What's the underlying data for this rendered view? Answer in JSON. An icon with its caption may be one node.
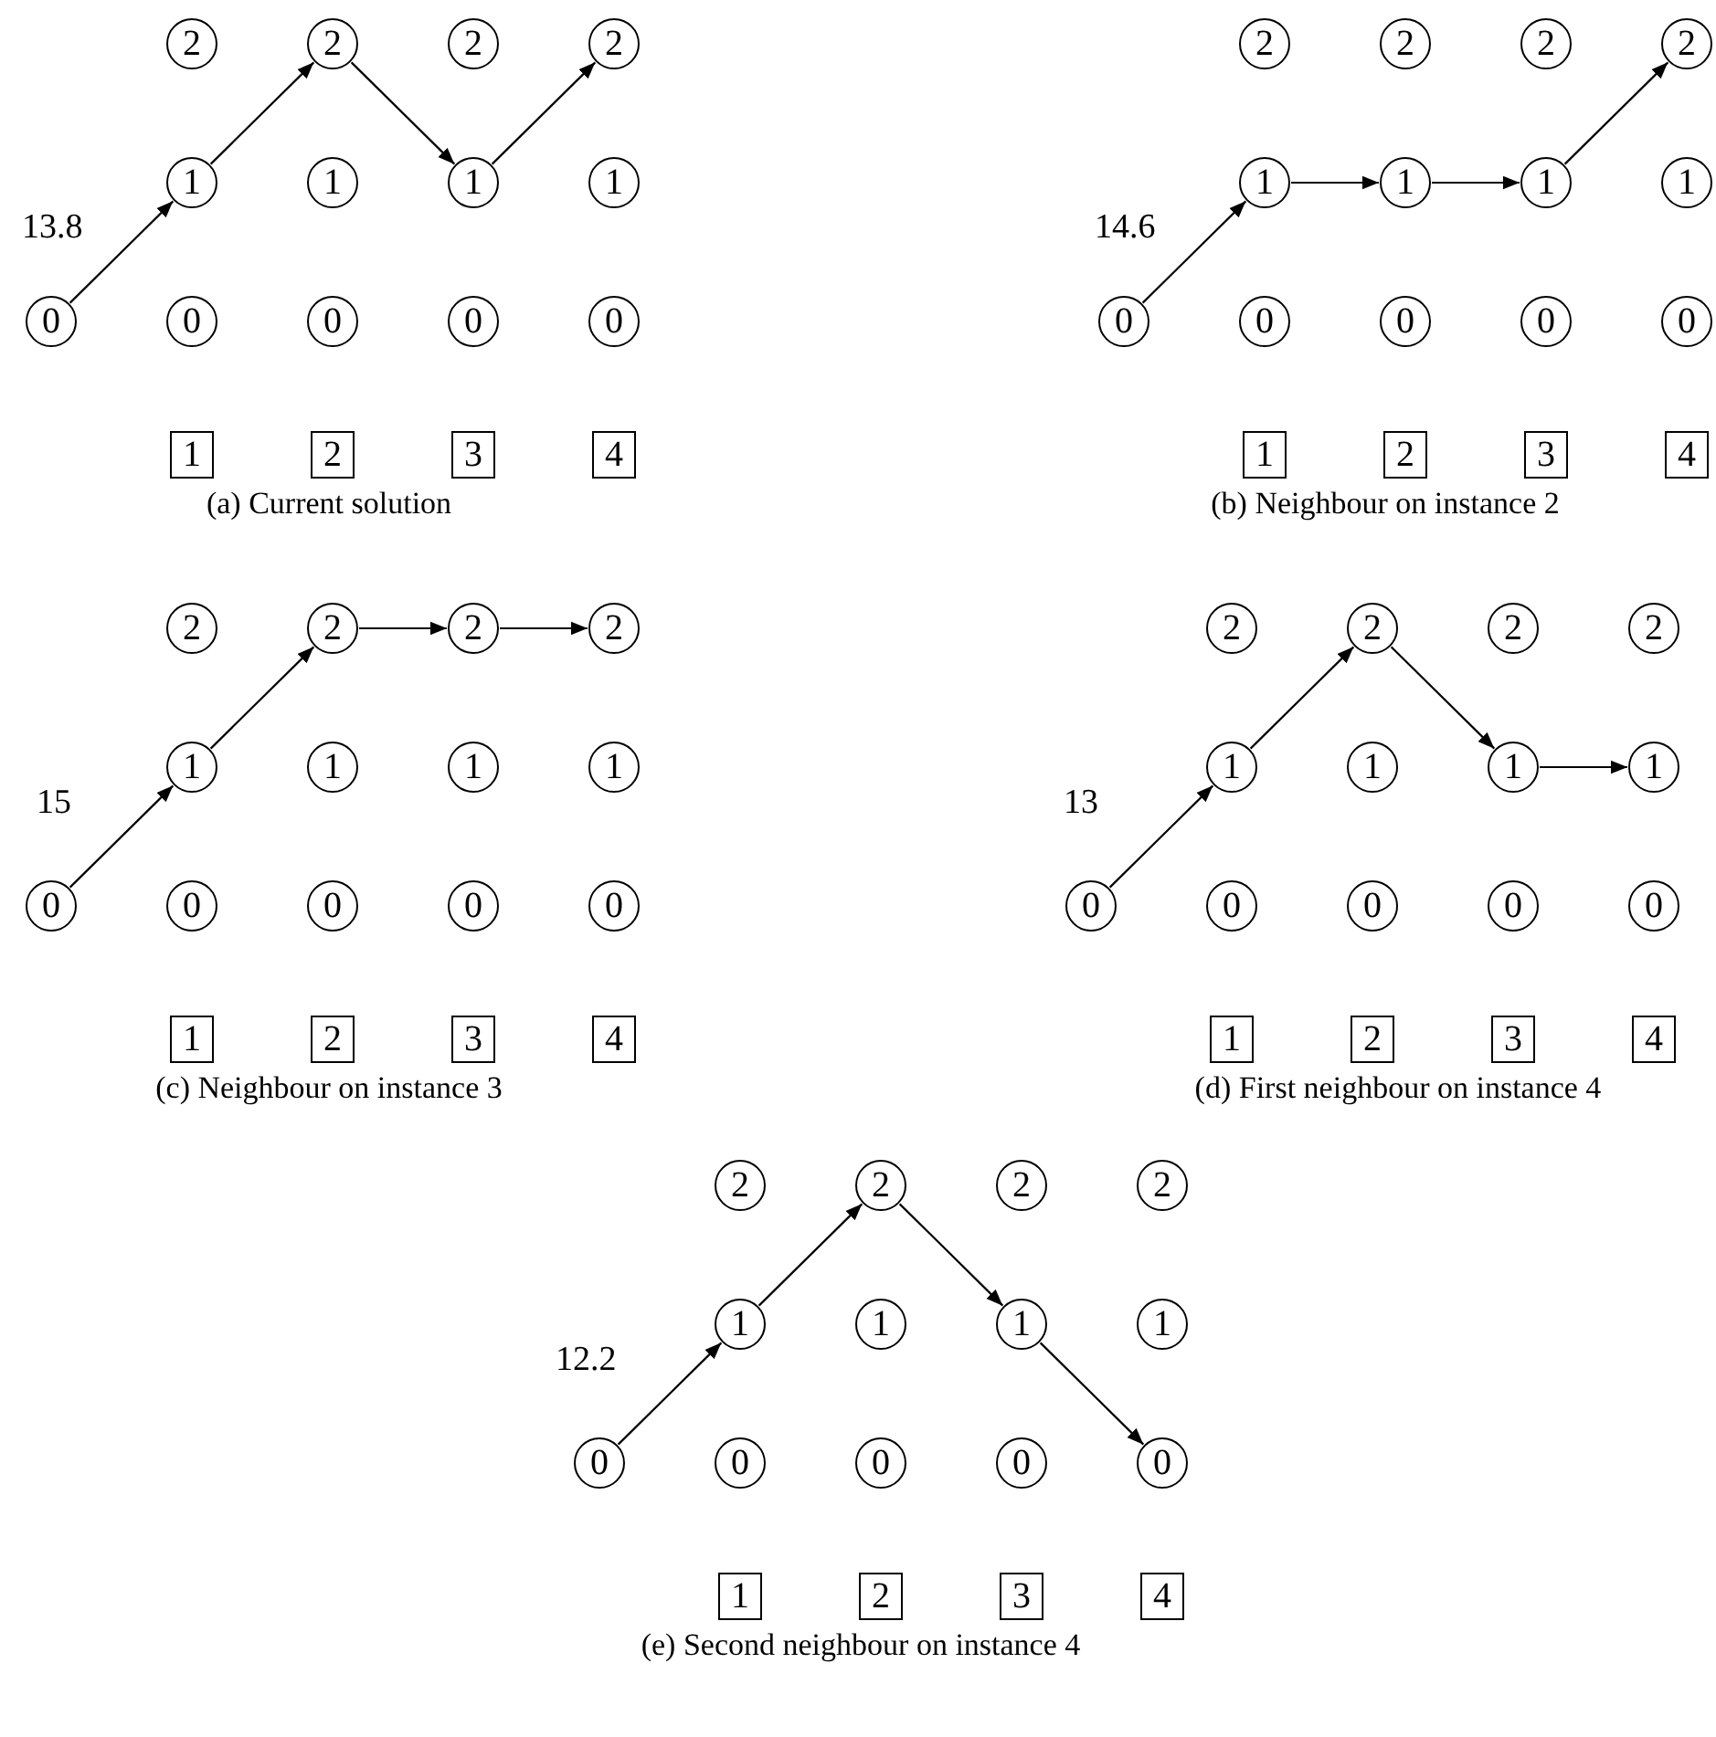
{
  "diagram": {
    "nodes": [
      {
        "text": [
          "2"
        ]
      },
      {
        "text": [
          "2"
        ]
      },
      {
        "text": [
          "2"
        ]
      },
      {
        "text": [
          "2"
        ]
      },
      {
        "text": [
          "1"
        ]
      },
      {
        "text": [
          "1"
        ]
      },
      {
        "text": [
          "1"
        ]
      },
      {
        "text": [
          "1"
        ]
      },
      {
        "text": [
          "0"
        ]
      },
      {
        "text": [
          "0"
        ]
      },
      {
        "text": [
          "0"
        ]
      },
      {
        "text": [
          "0"
        ]
      },
      {
        "text": [
          "0"
        ]
      },
      {
        "text": [
          "1"
        ]
      },
      {
        "text": [
          "2"
        ]
      },
      {
        "text": [
          "3"
        ]
      },
      {
        "text": [
          "4"
        ]
      },
      {
        "text": [
          "2"
        ]
      },
      {
        "text": [
          "2"
        ]
      },
      {
        "text": [
          "2"
        ]
      },
      {
        "text": [
          "2"
        ]
      },
      {
        "text": [
          "1"
        ]
      },
      {
        "text": [
          "1"
        ]
      },
      {
        "text": [
          "1"
        ]
      },
      {
        "text": [
          "1"
        ]
      },
      {
        "text": [
          "0"
        ]
      },
      {
        "text": [
          "0"
        ]
      },
      {
        "text": [
          "0"
        ]
      },
      {
        "text": [
          "0"
        ]
      },
      {
        "text": [
          "0"
        ]
      },
      {
        "text": [
          "1"
        ]
      },
      {
        "text": [
          "2"
        ]
      },
      {
        "text": [
          "3"
        ]
      },
      {
        "text": [
          "4"
        ]
      },
      {
        "text": [
          "2"
        ]
      },
      {
        "text": [
          "2"
        ]
      },
      {
        "text": [
          "2"
        ]
      },
      {
        "text": [
          "2"
        ]
      },
      {
        "text": [
          "1"
        ]
      },
      {
        "text": [
          "1"
        ]
      },
      {
        "text": [
          "1"
        ]
      },
      {
        "text": [
          "1"
        ]
      },
      {
        "text": [
          "0"
        ]
      },
      {
        "text": [
          "0"
        ]
      },
      {
        "text": [
          "0"
        ]
      },
      {
        "text": [
          "0"
        ]
      },
      {
        "text": [
          "0"
        ]
      },
      {
        "text": [
          "1"
        ]
      },
      {
        "text": [
          "2"
        ]
      },
      {
        "text": [
          "3"
        ]
      },
      {
        "text": [
          "4"
        ]
      },
      {
        "text": [
          "2"
        ]
      },
      {
        "text": [
          "2"
        ]
      },
      {
        "text": [
          "2"
        ]
      },
      {
        "text": [
          "2"
        ]
      },
      {
        "text": [
          "1"
        ]
      },
      {
        "text": [
          "1"
        ]
      },
      {
        "text": [
          "1"
        ]
      },
      {
        "text": [
          "1"
        ]
      },
      {
        "text": [
          "0"
        ]
      },
      {
        "text": [
          "0"
        ]
      },
      {
        "text": [
          "0"
        ]
      },
      {
        "text": [
          "0"
        ]
      },
      {
        "text": [
          "0"
        ]
      },
      {
        "text": [
          "1"
        ]
      },
      {
        "text": [
          "2"
        ]
      },
      {
        "text": [
          "3"
        ]
      },
      {
        "text": [
          "4"
        ]
      },
      {
        "text": [
          "2"
        ]
      },
      {
        "text": [
          "2"
        ]
      },
      {
        "text": [
          "2"
        ]
      },
      {
        "text": [
          "2"
        ]
      },
      {
        "text": [
          "1"
        ]
      },
      {
        "text": [
          "1"
        ]
      },
      {
        "text": [
          "1"
        ]
      },
      {
        "text": [
          "1"
        ]
      },
      {
        "text": [
          "0"
        ]
      },
      {
        "text": [
          "0"
        ]
      },
      {
        "text": [
          "0"
        ]
      },
      {
        "text": [
          "0"
        ]
      },
      {
        "text": [
          "0"
        ]
      },
      {
        "text": [
          "1"
        ]
      },
      {
        "text": [
          "2"
        ]
      },
      {
        "text": [
          "3"
        ]
      },
      {
        "text": [
          "4"
        ]
      }
    ],
    "edges": [
      {
        "from": 8,
        "to": 4,
        "arrow": "to"
      },
      {
        "from": 4,
        "to": 1,
        "arrow": "to"
      },
      {
        "from": 1,
        "to": 6,
        "arrow": "to"
      },
      {
        "from": 6,
        "to": 3,
        "arrow": "to"
      },
      {
        "from": 25,
        "to": 21,
        "arrow": "to"
      },
      {
        "from": 21,
        "to": 22,
        "arrow": "to"
      },
      {
        "from": 22,
        "to": 23,
        "arrow": "to"
      },
      {
        "from": 23,
        "to": 20,
        "arrow": "to"
      },
      {
        "from": 42,
        "to": 38,
        "arrow": "to"
      },
      {
        "from": 38,
        "to": 35,
        "arrow": "to"
      },
      {
        "from": 35,
        "to": 36,
        "arrow": "to"
      },
      {
        "from": 36,
        "to": 37,
        "arrow": "to"
      },
      {
        "from": 59,
        "to": 55,
        "arrow": "to"
      },
      {
        "from": 55,
        "to": 52,
        "arrow": "to"
      },
      {
        "from": 52,
        "to": 57,
        "arrow": "to"
      },
      {
        "from": 57,
        "to": 58,
        "arrow": "to"
      },
      {
        "from": 76,
        "to": 72,
        "arrow": "to"
      },
      {
        "from": 72,
        "to": 69,
        "arrow": "to"
      },
      {
        "from": 69,
        "to": 74,
        "arrow": "to"
      },
      {
        "from": 74,
        "to": 80,
        "arrow": "to"
      }
    ],
    "labels": [
      "13.8",
      "14.6",
      "(a) Current solution",
      "(b) Neighbour on instance 2",
      "15",
      "13",
      "(c) Neighbour on instance 3",
      "(d) First neighbour on instance 4",
      "12.2",
      "(e) Second neighbour on instance 4"
    ]
  }
}
